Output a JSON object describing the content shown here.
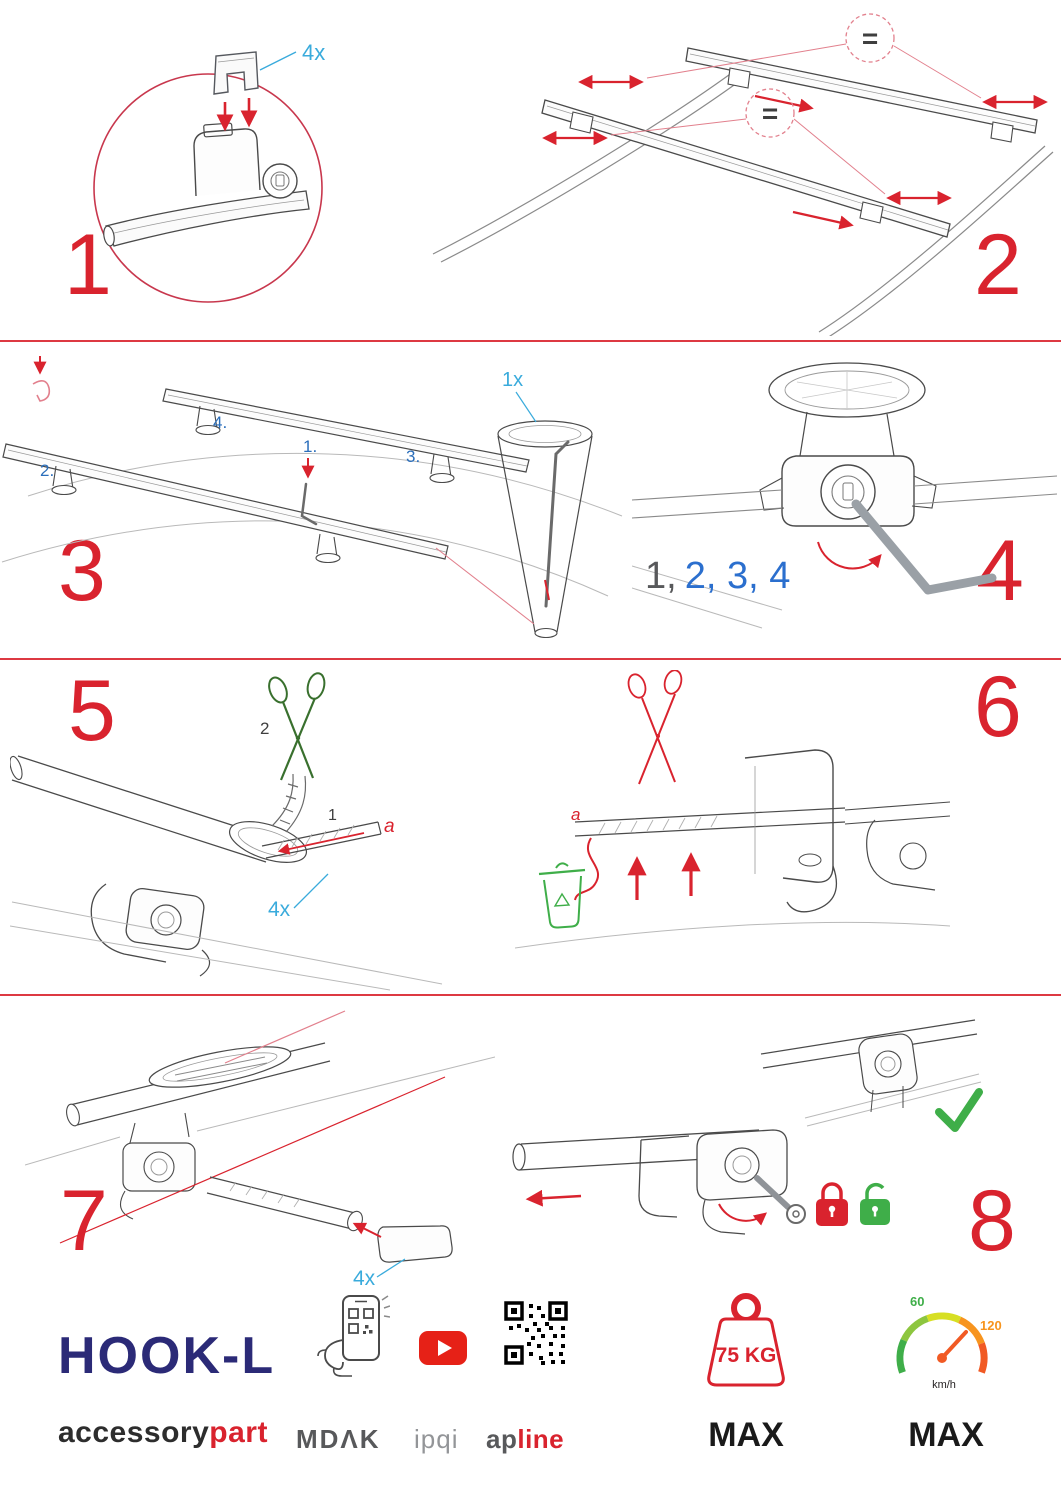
{
  "colors": {
    "red": "#d9232e",
    "light-red": "#e2808d",
    "blue": "#3aabdc",
    "seq-blue": "#2b6fce",
    "navy": "#2b2a77",
    "gray": "#58595b",
    "light-gray": "#939598",
    "green": "#3fae49",
    "dark-green": "#39702e",
    "orange": "#f7941e",
    "needle-orange": "#f15a24",
    "black": "#1a1a1a"
  },
  "steps": {
    "step1": {
      "number": "1",
      "quantity": "4x"
    },
    "step2": {
      "number": "2",
      "equal_top": "=",
      "equal_middle": "="
    },
    "step3": {
      "number": "3",
      "quantity": "1x",
      "sub_labels": {
        "s1": "1.",
        "s2": "2.",
        "s3": "3.",
        "s4": "4."
      }
    },
    "step4": {
      "number": "4",
      "sequence_first": "1,",
      "sequence_rest": "2, 3, 4"
    },
    "step5": {
      "number": "5",
      "cut_label": "2",
      "pull_label": "1",
      "strap_label": "a",
      "quantity": "4x"
    },
    "step6": {
      "number": "6",
      "strap_label": "a"
    },
    "step7": {
      "number": "7",
      "quantity": "4x"
    },
    "step8": {
      "number": "8"
    }
  },
  "footer": {
    "product_name": "HOOK-L",
    "brand_prefix": "accessory",
    "brand_suffix": "part",
    "logo_mdak": "MDΛK",
    "logo_ipqi": "ipqi",
    "logo_apline_prefix": "ap",
    "logo_apline_suffix": "line",
    "weight_limit": "75 KG",
    "weight_max_label": "MAX",
    "speed_min": "60",
    "speed_max": "120",
    "speed_unit": "km/h",
    "speed_max_label": "MAX"
  },
  "icons": {
    "zoom_circle": "magnifier-circle-icon",
    "equal_badge": "equals-badge-icon",
    "allen_key": "allen-key-icon",
    "scissors": "scissors-icon",
    "recycle_bin": "recycle-bin-icon",
    "lock_closed": "lock-closed-icon",
    "lock_open": "lock-open-icon",
    "checkmark": "checkmark-icon",
    "phone_scan": "phone-qr-scan-icon",
    "youtube": "youtube-play-icon",
    "qr_code": "qr-code-icon",
    "weight": "weight-limit-icon",
    "speedometer": "speed-limit-icon"
  }
}
